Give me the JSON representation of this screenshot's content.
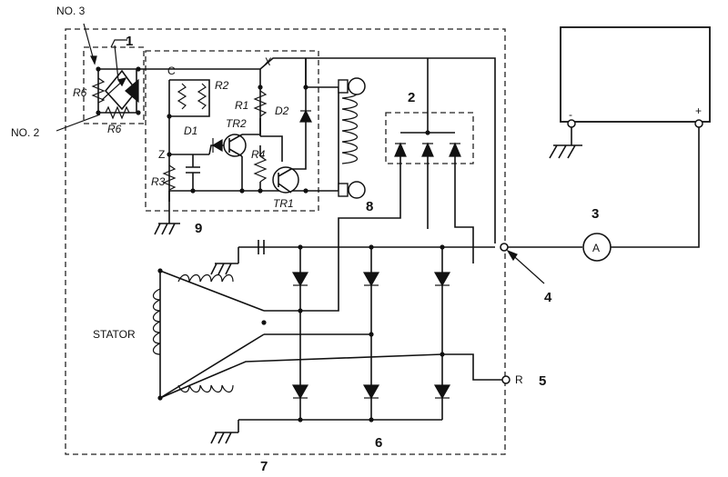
{
  "labels": {
    "no3": "NO. 3",
    "no2": "NO. 2",
    "n1": "1",
    "n2": "2",
    "n3": "3",
    "n4": "4",
    "n5": "5",
    "n6": "6",
    "n7": "7",
    "n8": "8",
    "n9": "9",
    "r6a": "R6",
    "r6b": "R6",
    "c": "C",
    "x": "X",
    "r2": "R2",
    "r1": "R1",
    "d2": "D2",
    "d1": "D1",
    "tr2": "TR2",
    "r4": "R4",
    "z": "Z",
    "r3": "R3",
    "tr1": "TR1",
    "stator": "STATOR",
    "ammeter": "A",
    "r_terminal": "R",
    "battery_neg": "-",
    "battery_pos": "+"
  }
}
